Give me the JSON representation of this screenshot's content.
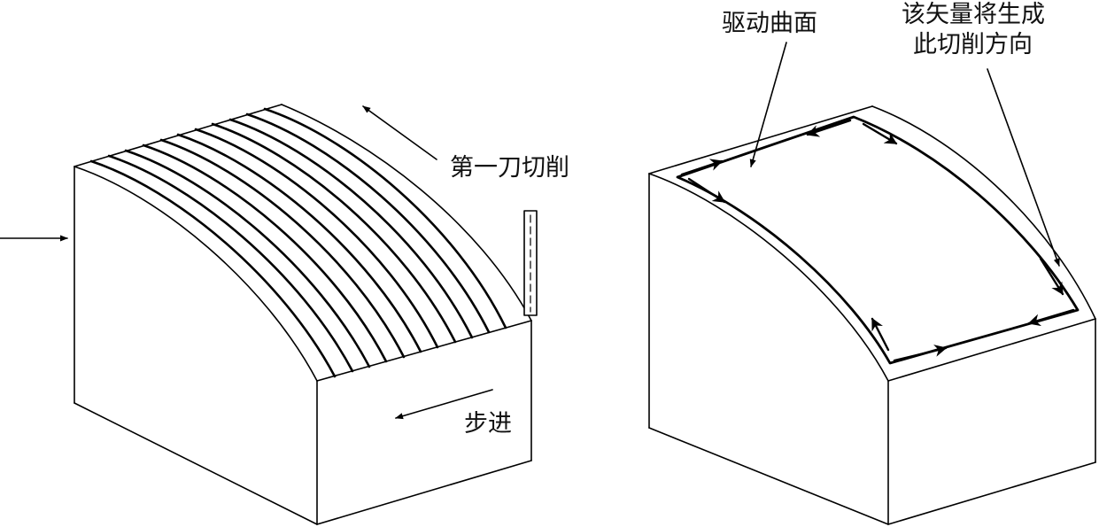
{
  "left_figure": {
    "first_cut_label": "第一刀切削",
    "stepover_label": "步进"
  },
  "right_figure": {
    "drive_surface_label": "驱动曲面",
    "vector_label_line1": "该矢量将生成",
    "vector_label_line2": "此切削方向"
  }
}
